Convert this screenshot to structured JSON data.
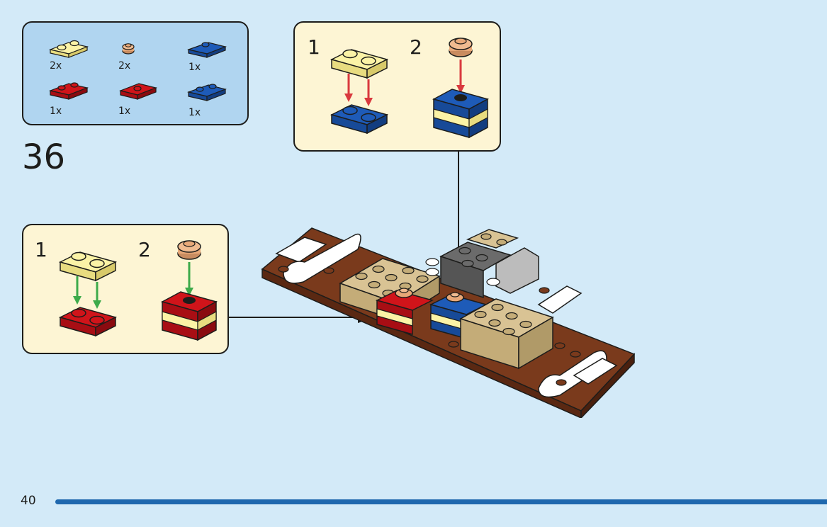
{
  "step": {
    "number": "36"
  },
  "parts_list": {
    "items": [
      {
        "name": "yellow-plate-1x2",
        "color": "#fbf3a6",
        "qty": "2x"
      },
      {
        "name": "tan-round-plate-1x1",
        "color": "#e8a878",
        "qty": "2x"
      },
      {
        "name": "blue-plate-1x2-one-stud",
        "color": "#1e5bb8",
        "qty": "1x"
      },
      {
        "name": "red-plate-1x2",
        "color": "#d0141a",
        "qty": "1x"
      },
      {
        "name": "red-plate-1x2-jumper",
        "color": "#d0141a",
        "qty": "1x"
      },
      {
        "name": "blue-plate-1x2",
        "color": "#1e5bb8",
        "qty": "1x"
      }
    ]
  },
  "callouts": {
    "left": {
      "step1": "1",
      "step2": "2",
      "arrow_color": "#3daa4a",
      "base_color": "#d0141a"
    },
    "top": {
      "step1": "1",
      "step2": "2",
      "arrow_color": "#d9393e",
      "base_color": "#1e5bb8"
    }
  },
  "colors": {
    "page_bg": "#d3eaf8",
    "parts_bg": "#b0d5f0",
    "callout_bg": "#fdf5d4",
    "brown": "#7a3a1c",
    "tan": "#d9c394",
    "dark_gray": "#6b6b6b",
    "light_gray": "#bcbcbc",
    "white": "#ffffff",
    "yellow": "#fbf3a6",
    "red": "#d0141a",
    "blue": "#1e5bb8",
    "rule": "#1f68ae"
  },
  "footer": {
    "page_number": "40"
  }
}
